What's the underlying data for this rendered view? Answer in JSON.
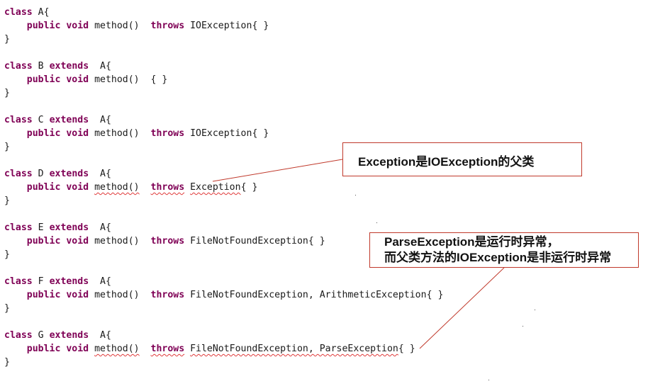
{
  "keywords": {
    "class": "class",
    "extends": "extends",
    "public": "public",
    "void": "void",
    "throws": "throws"
  },
  "classes": [
    {
      "name": "A",
      "extends": "",
      "method": "method()",
      "throws": "IOException",
      "body": "{ }",
      "brace_open": "{",
      "brace_close": "}"
    },
    {
      "name": "B",
      "extends": "A",
      "method": "method()",
      "throws": "",
      "body": "{ }",
      "brace_open": "{",
      "brace_close": "}"
    },
    {
      "name": "C",
      "extends": "A",
      "method": "method()",
      "throws": "IOException",
      "body": "{ }",
      "brace_open": "{",
      "brace_close": "}"
    },
    {
      "name": "D",
      "extends": "A",
      "method": "method()",
      "throws": "Exception",
      "body": "{ }",
      "brace_open": "{",
      "brace_close": "}",
      "error": true
    },
    {
      "name": "E",
      "extends": "A",
      "method": "method()",
      "throws": "FileNotFoundException",
      "body": "{ }",
      "brace_open": "{",
      "brace_close": "}"
    },
    {
      "name": "F",
      "extends": "A",
      "method": "method()",
      "throws": "FileNotFoundException, ArithmeticException",
      "body": "{ }",
      "brace_open": "{",
      "brace_close": "}"
    },
    {
      "name": "G",
      "extends": "A",
      "method": "method()",
      "throws": "FileNotFoundException, ParseException",
      "body": "{ }",
      "brace_open": "{",
      "brace_close": "}",
      "error": true
    }
  ],
  "callouts": {
    "exception_note": "Exception是IOException的父类",
    "parse_note_line1": "ParseException是运行时异常，",
    "parse_note_line2": "而父类方法的IOException是非运行时异常"
  },
  "colors": {
    "keyword": "#7f0055",
    "text": "#1a1a1a",
    "error_underline": "#e03a3a",
    "callout_border": "#c0392b",
    "connector": "#c0392b"
  }
}
